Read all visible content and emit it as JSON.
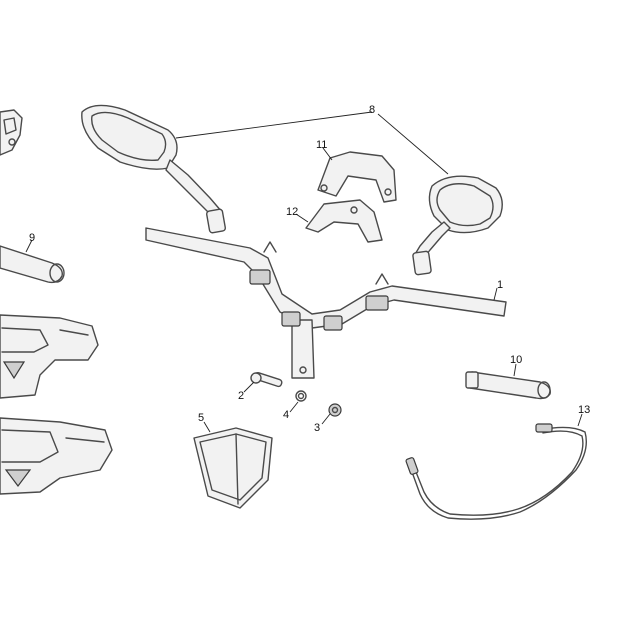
{
  "callouts": {
    "c1": "1",
    "c2": "2",
    "c3": "3",
    "c4": "4",
    "c5": "5",
    "c8": "8",
    "c9": "9",
    "c10": "10",
    "c11": "11",
    "c12": "12",
    "c13": "13"
  },
  "colors": {
    "line": "#4a4a4a",
    "fill": "#f2f2f2",
    "background": "#ffffff"
  }
}
